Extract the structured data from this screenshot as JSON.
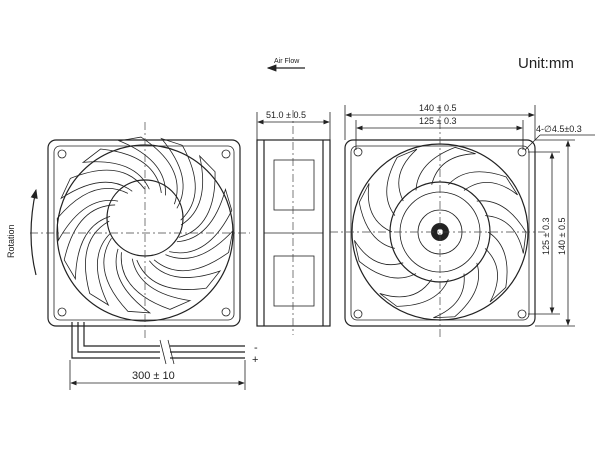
{
  "header": {
    "unit_label": "Unit:mm",
    "airflow_label": "Air Flow"
  },
  "front_view": {
    "rotation_label": "Rotation",
    "cable_length": "300 ± 10",
    "wire_negative": "-",
    "wire_positive": "+"
  },
  "side_view": {
    "depth": "51.0 ± 0.5"
  },
  "back_view": {
    "outer_width": "140 ± 0.5",
    "hole_spacing_width": "125 ± 0.3",
    "mounting_holes": "4-∅4.5±0.3",
    "hole_spacing_height": "125 ± 0.3",
    "outer_height": "140 ± 0.5"
  }
}
